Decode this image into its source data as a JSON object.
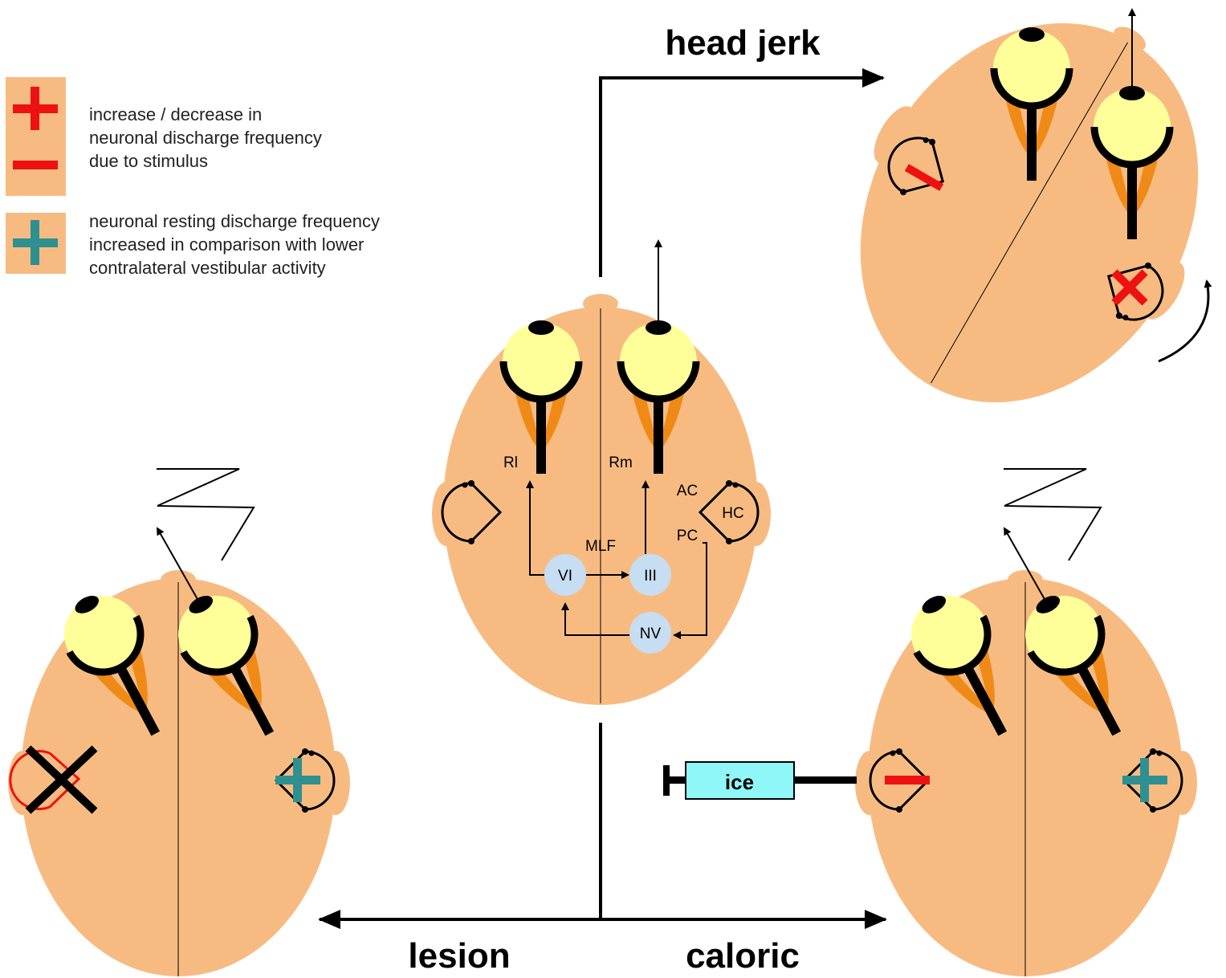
{
  "colors": {
    "head": "#f7bb82",
    "eye": "#ffff99",
    "muscle": "#ef8a16",
    "nucleus": "#c6ddf2",
    "syringe": "#8ff7f7",
    "increase_red": "#ee1111",
    "increase_teal": "#2e9090",
    "line": "#000000"
  },
  "legend": {
    "stimulus_text": [
      "increase / decrease in",
      "neuronal discharge frequency",
      "due to stimulus"
    ],
    "resting_text": [
      "neuronal resting discharge frequency",
      "increased in comparison with lower",
      "contralateral vestibular activity"
    ]
  },
  "labels": {
    "head_jerk": "head jerk",
    "lesion": "lesion",
    "caloric": "caloric",
    "ice": "ice"
  },
  "anatomy": {
    "rl": "Rl",
    "rm": "Rm",
    "ac": "AC",
    "hc": "HC",
    "pc": "PC",
    "mlf": "MLF"
  },
  "nuclei": {
    "vi": "VI",
    "iii": "III",
    "nv": "NV"
  },
  "icons": [
    "plus-sign",
    "minus-sign",
    "cross-mark",
    "eye",
    "semicircular-canal",
    "syringe",
    "rotation-arrow",
    "nystagmus-zigzag"
  ]
}
